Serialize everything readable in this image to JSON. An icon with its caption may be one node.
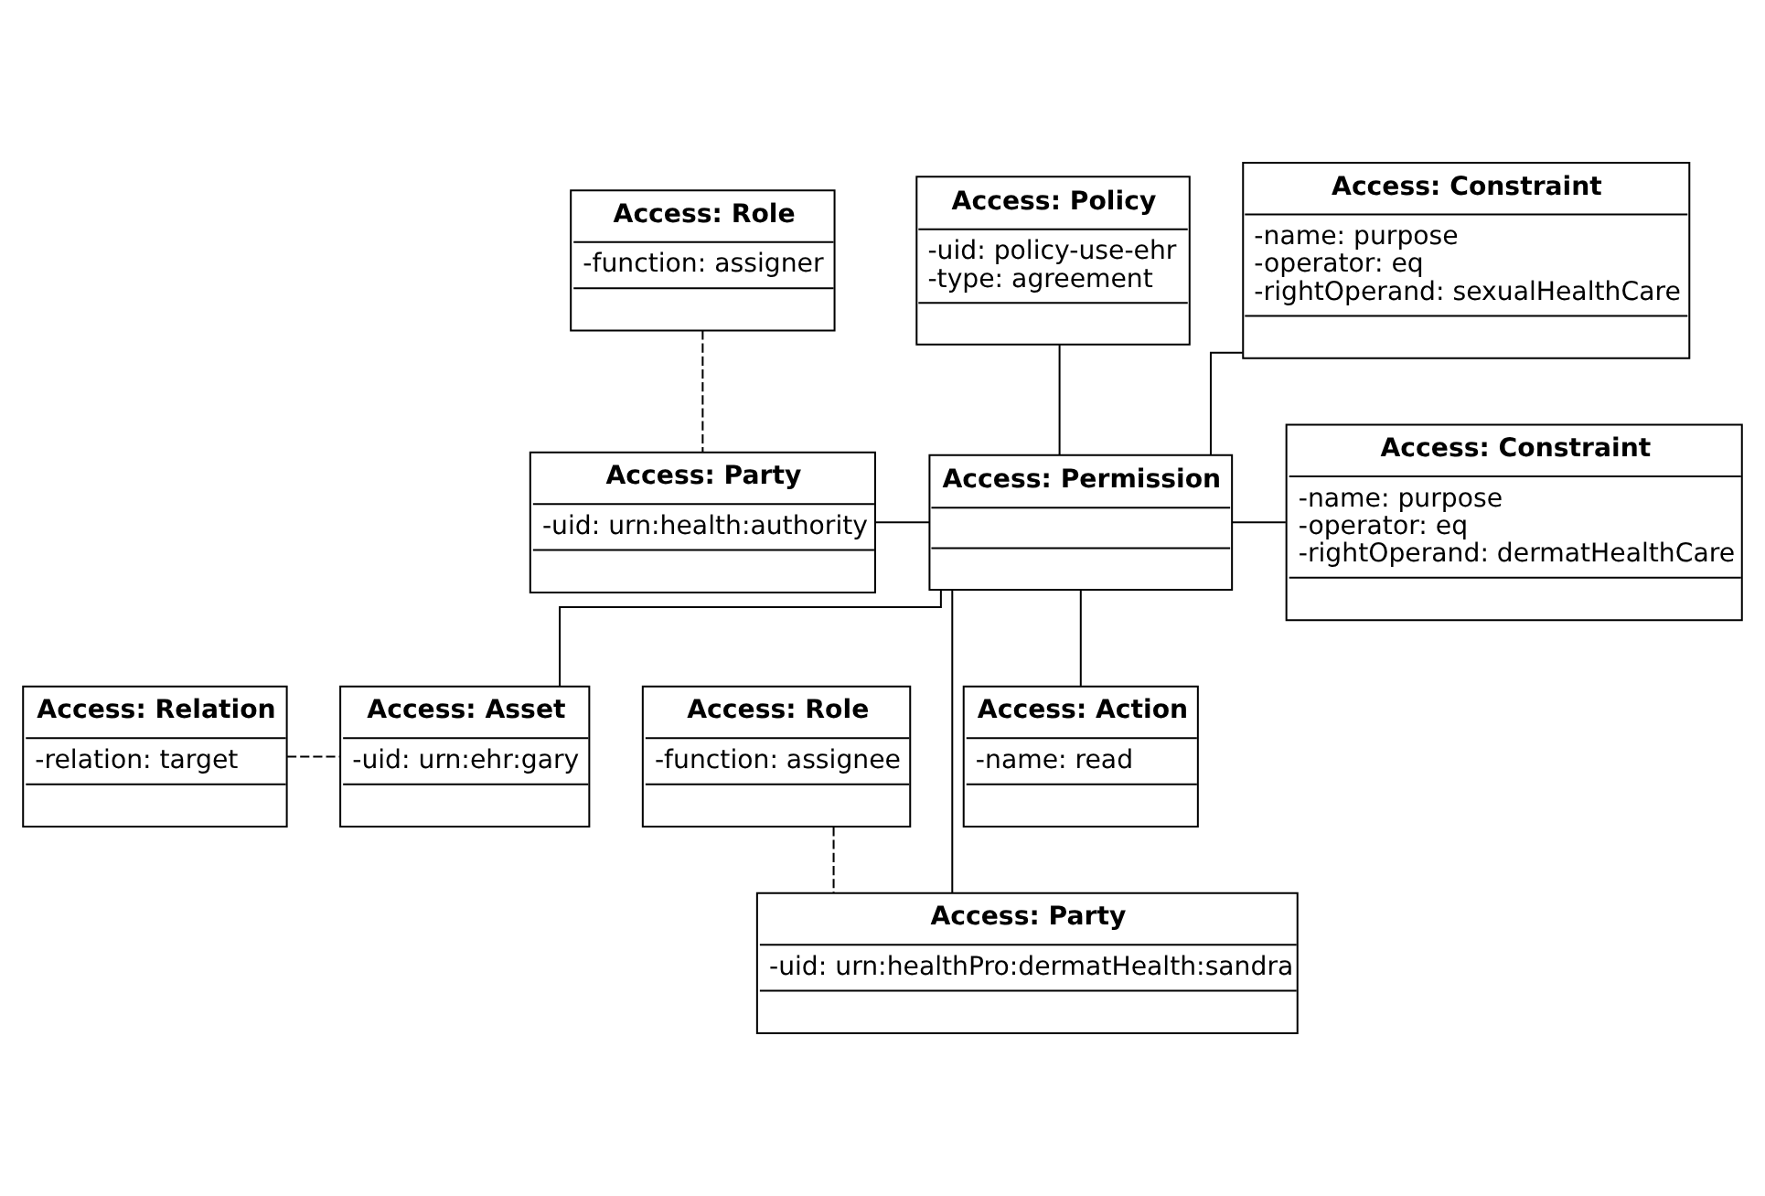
{
  "diagram": {
    "nodes": [
      {
        "text": [
          "Access: Role",
          "-function: assigner"
        ]
      },
      {
        "text": [
          "Access: Policy",
          "-uid: policy-use-ehr",
          "-type: agreement"
        ]
      },
      {
        "text": [
          "Access: Constraint",
          "-name: purpose",
          "-operator: eq",
          "-rightOperand: sexualHealthCare"
        ]
      },
      {
        "text": [
          "Access: Party",
          "-uid: urn:health:authority"
        ]
      },
      {
        "text": [
          "Access: Permission"
        ]
      },
      {
        "text": [
          "Access: Constraint",
          "-name: purpose",
          "-operator: eq",
          "-rightOperand: dermatHealthCare"
        ]
      },
      {
        "text": [
          "Access: Action",
          "-name: read"
        ]
      },
      {
        "text": [
          "Access: Role",
          "-function: assignee"
        ]
      },
      {
        "text": [
          "Access: Relation",
          "-relation: target"
        ]
      },
      {
        "text": [
          "Access: Asset",
          "-uid: urn:ehr:gary"
        ]
      },
      {
        "text": [
          "Access: Party",
          "-uid: urn:healthPro:dermatHealth:sandra"
        ]
      }
    ],
    "edges": [
      {
        "from": 1,
        "to": 4,
        "arrow": "none"
      },
      {
        "from": 0,
        "to": 3,
        "arrow": "none",
        "style": "dashed"
      },
      {
        "from": 3,
        "to": 4,
        "arrow": "none"
      },
      {
        "from": 4,
        "to": 2,
        "arrow": "none"
      },
      {
        "from": 4,
        "to": 5,
        "arrow": "none"
      },
      {
        "from": 4,
        "to": 6,
        "arrow": "none"
      },
      {
        "from": 4,
        "to": 10,
        "arrow": "none"
      },
      {
        "from": 7,
        "to": 10,
        "arrow": "none",
        "style": "dashed"
      },
      {
        "from": 4,
        "to": 9,
        "arrow": "none"
      },
      {
        "from": 8,
        "to": 9,
        "arrow": "none",
        "style": "dashed"
      }
    ]
  }
}
